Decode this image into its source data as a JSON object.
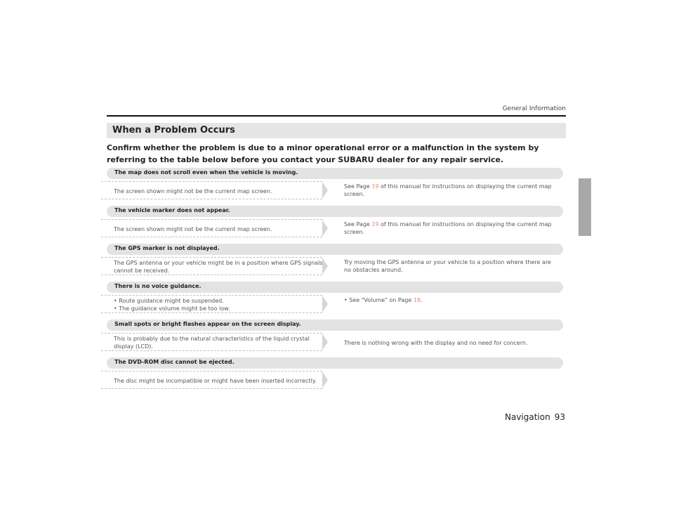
{
  "header": {
    "section_label": "General Information"
  },
  "section": {
    "title": "When a Problem Occurs"
  },
  "intro": "Confirm whether the problem is due to a minor operational error or a malfunction in the system by referring to the table below before you contact your SUBARU dealer for any repair service.",
  "rows": [
    {
      "problem": "The map does not scroll even when the vehicle is moving.",
      "cause": "The screen shown might not be the current map screen.",
      "fix_pre": "See Page ",
      "fix_page": "19",
      "fix_post": " of this manual for instructions on displaying the current map screen."
    },
    {
      "problem": "The vehicle marker does not appear.",
      "cause": "The screen shown might not be the current map screen.",
      "fix_pre": "See Page ",
      "fix_page": "19",
      "fix_post": " of this manual for instructions on displaying the current map screen."
    },
    {
      "problem": "The GPS marker is not displayed.",
      "cause": "The GPS antenna or your vehicle might be in a position where GPS signals cannot be received.",
      "fix": "Try moving the GPS antenna or your vehicle to a position where there are no obstacles around."
    },
    {
      "problem": "There is no voice guidance.",
      "cause_1": "Route guidance might be suspended.",
      "cause_2": "The guidance volume might be too low.",
      "fix_pre": "See \"Volume\" on Page ",
      "fix_page": "18",
      "fix_post": "."
    },
    {
      "problem": "Small spots or bright flashes appear on the screen display.",
      "cause": "This is probably due to the natural characteristics of the liquid crystal display (LCD).",
      "fix": "There is nothing wrong with the display and no need for concern."
    },
    {
      "problem": "The DVD-ROM disc cannot be ejected.",
      "cause": "The disc might be incompatible or might have been inserted incorrectly."
    }
  ],
  "footer": {
    "chapter": "Navigation",
    "page_number": "93"
  },
  "colors": {
    "page_ref": "#e08a66",
    "bar": "#e3e3e3",
    "side_tab": "#a8a8a8"
  }
}
